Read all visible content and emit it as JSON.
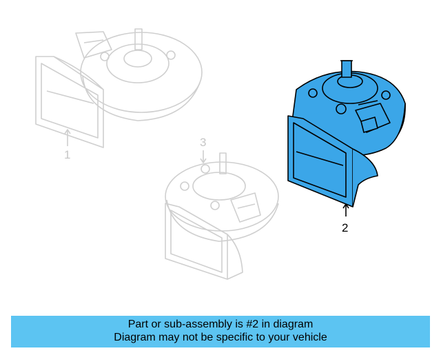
{
  "diagram": {
    "callouts": [
      {
        "id": "1",
        "label": "1",
        "state": "faded"
      },
      {
        "id": "3",
        "label": "3",
        "state": "faded"
      },
      {
        "id": "2",
        "label": "2",
        "state": "highlighted"
      }
    ],
    "colors": {
      "highlight_fill": "#3ba6e8",
      "outline_active": "#000000",
      "outline_faded": "#cfcfcf",
      "banner_bg": "#5cc4f2"
    },
    "icons": [
      "horn-part-icon",
      "leader-arrow-icon"
    ]
  },
  "banner": {
    "line1": "Part or sub-assembly is #2 in diagram",
    "line2": "Diagram may not be specific to your vehicle"
  }
}
